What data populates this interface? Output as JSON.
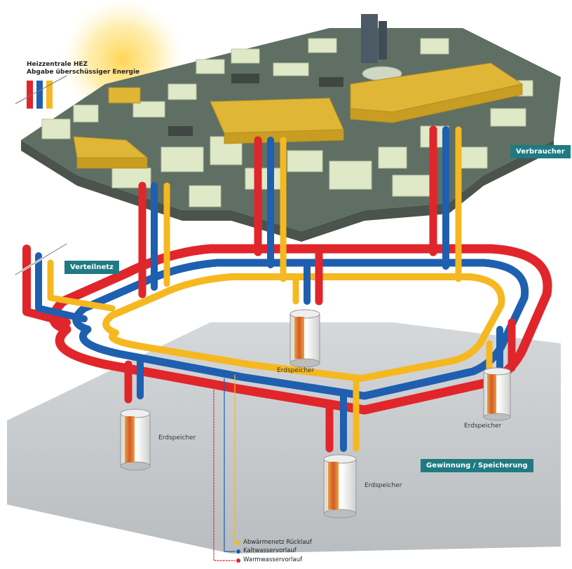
{
  "header": {
    "title_line1": "Heizzentrale HEZ",
    "title_line2": "Abgabe überschüssiger Energie"
  },
  "labels": {
    "verbraucher": "Verbraucher",
    "verteilnetz": "Verteilnetz",
    "gewinnung": "Gewinnung / Speicherung"
  },
  "storages": [
    {
      "label": "Erdspeicher"
    },
    {
      "label": "Erdspeicher"
    },
    {
      "label": "Erdspeicher"
    },
    {
      "label": "Erdspeicher"
    }
  ],
  "legend": [
    {
      "label": "Abwärmenetz Rücklauf",
      "color": "#f5b820"
    },
    {
      "label": "Kaltwasservorlauf",
      "color": "#1f5fb0"
    },
    {
      "label": "Warmwasservorlauf",
      "color": "#e0262b"
    }
  ],
  "colors": {
    "hot_pipe": "#e0262b",
    "cold_pipe": "#1f5fb0",
    "return_pipe": "#f5b820",
    "badge": "#1f7a82",
    "ground": "#c9ccce",
    "building": "#dfe9c8",
    "consumer_building": "#e0b637"
  }
}
